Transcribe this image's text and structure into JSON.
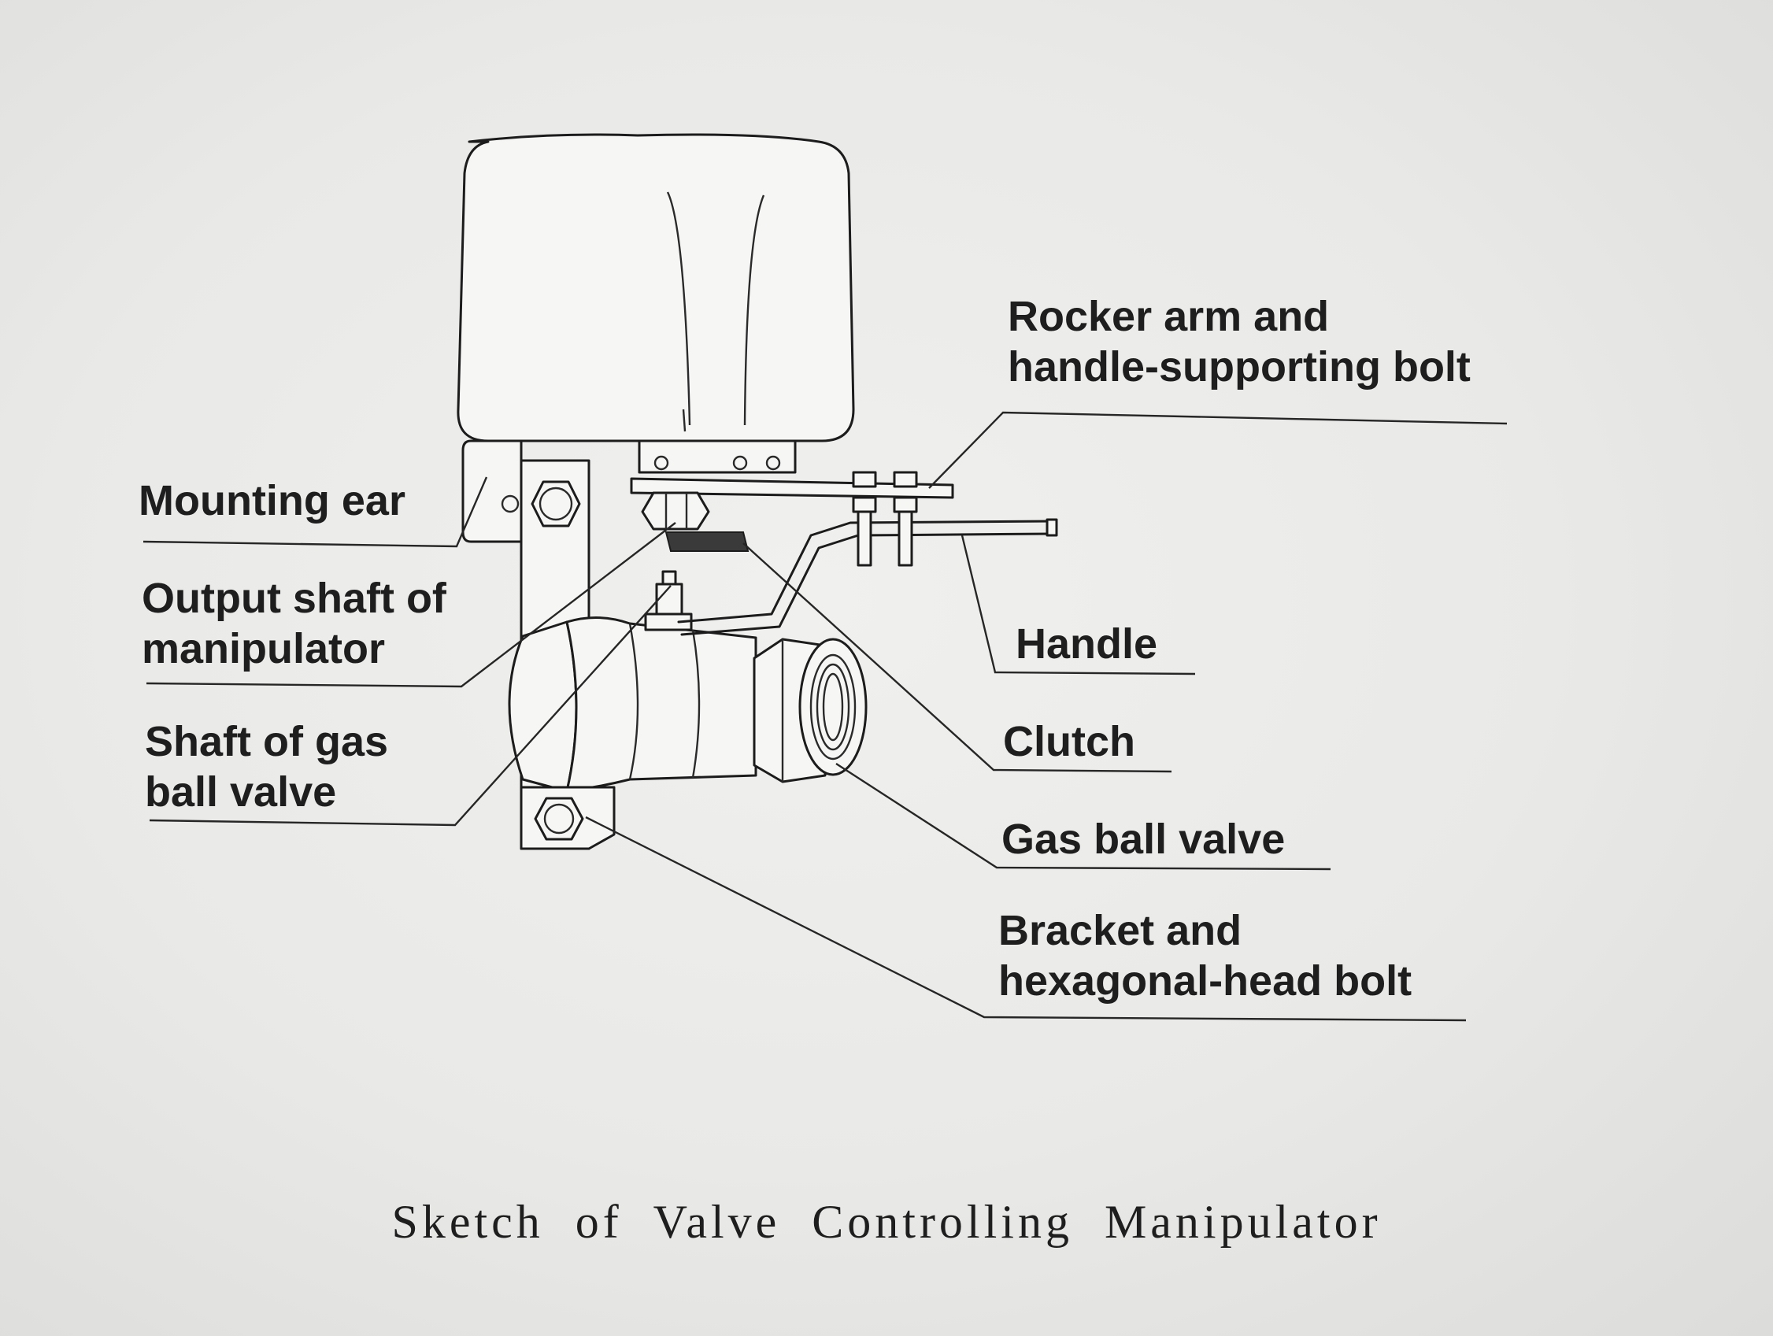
{
  "diagram": {
    "labels": {
      "rocker_arm_line1": "Rocker arm and",
      "rocker_arm_line2": "handle-supporting bolt",
      "mounting_ear": "Mounting ear",
      "output_shaft_line1": "Output shaft of",
      "output_shaft_line2": "manipulator",
      "handle": "Handle",
      "shaft_gas_line1": "Shaft of gas",
      "shaft_gas_line2": "ball valve",
      "clutch": "Clutch",
      "gas_ball_valve": "Gas ball valve",
      "bracket_line1": "Bracket and",
      "bracket_line2": "hexagonal-head bolt"
    },
    "caption": "Sketch of Valve Controlling Manipulator",
    "colors": {
      "ink": "#1e1e1e",
      "paper": "#ecece9"
    }
  }
}
